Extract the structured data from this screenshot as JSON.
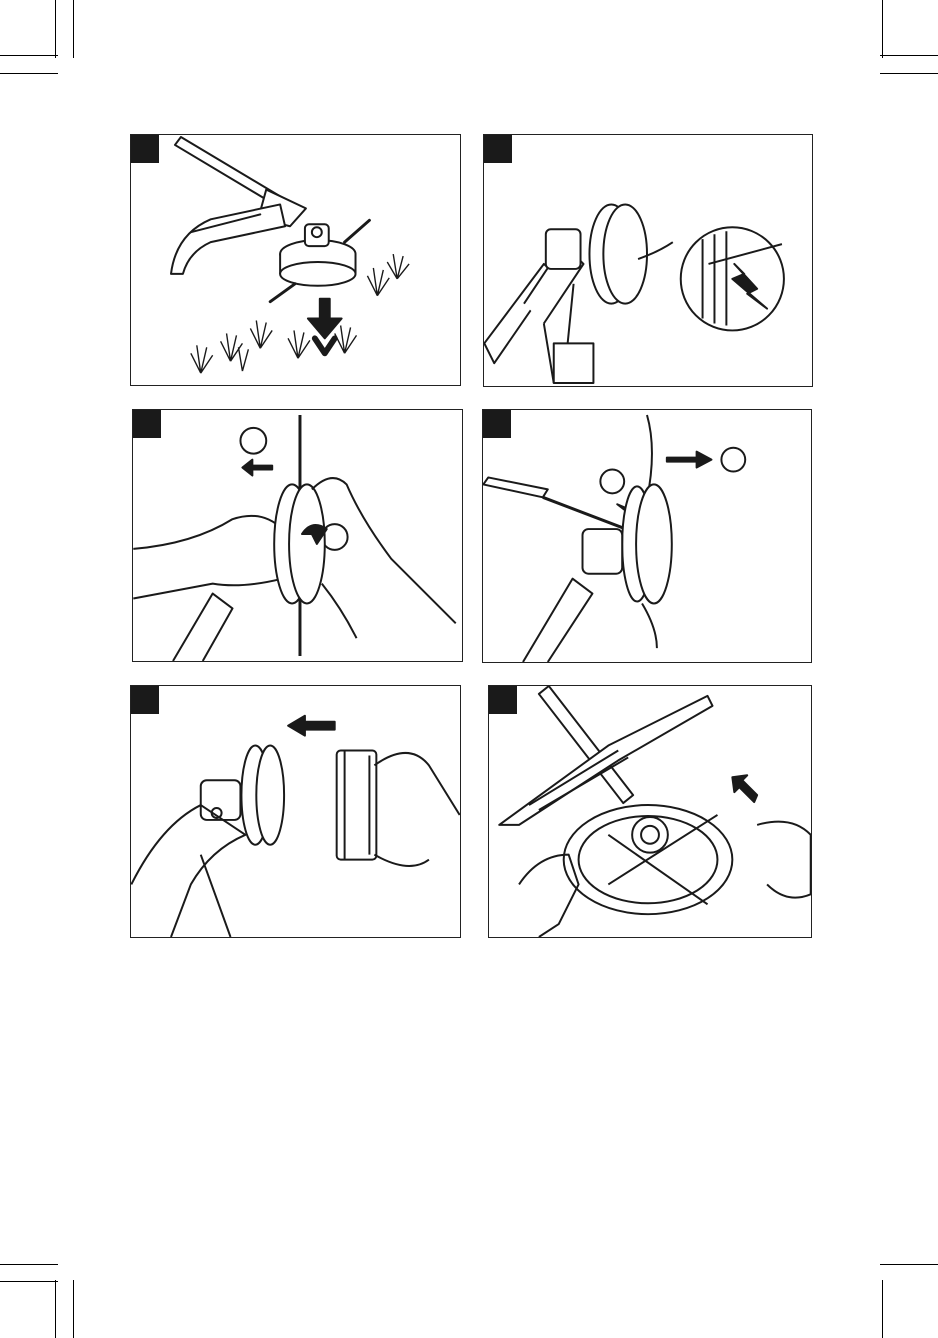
{
  "page": {
    "background": "#ffffff",
    "ink": "#1a1a1a"
  },
  "panels": [
    {
      "id": 1,
      "description_icon": "trimmer-cutting-grass-illustration"
    },
    {
      "id": 2,
      "description_icon": "spool-line-eyelet-illustration"
    },
    {
      "id": 3,
      "description_icon": "hands-unlock-spool-illustration"
    },
    {
      "id": 4,
      "description_icon": "screwdriver-release-illustration"
    },
    {
      "id": 5,
      "description_icon": "remove-spool-cover-illustration"
    },
    {
      "id": 6,
      "description_icon": "guard-attachment-illustration"
    }
  ]
}
